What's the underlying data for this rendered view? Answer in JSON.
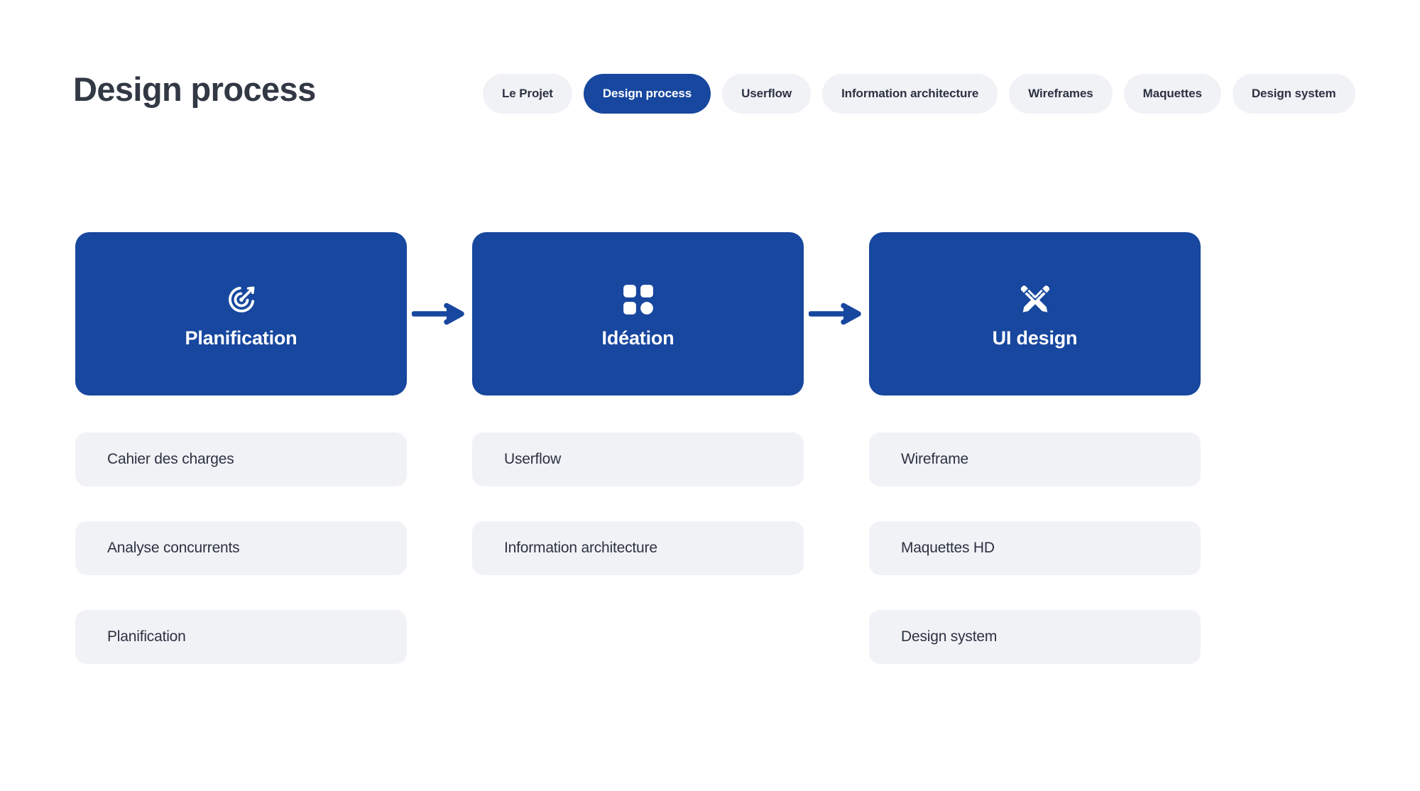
{
  "header": {
    "title": "Design process",
    "nav": [
      {
        "label": "Le Projet",
        "active": false
      },
      {
        "label": "Design process",
        "active": true
      },
      {
        "label": "Userflow",
        "active": false
      },
      {
        "label": "Information architecture",
        "active": false
      },
      {
        "label": "Wireframes",
        "active": false
      },
      {
        "label": "Maquettes",
        "active": false
      },
      {
        "label": "Design system",
        "active": false
      }
    ]
  },
  "flow": {
    "connector_icon": "arrow-right-icon",
    "stages": [
      {
        "label": "Planification",
        "icon": "target-arrow-icon",
        "items": [
          "Cahier des charges",
          "Analyse concurrents",
          "Planification"
        ]
      },
      {
        "label": "Idéation",
        "icon": "grid-squares-icon",
        "items": [
          "Userflow",
          "Information architecture"
        ]
      },
      {
        "label": "UI design",
        "icon": "pencil-ruler-icon",
        "items": [
          "Wireframe",
          "Maquettes HD",
          "Design system"
        ]
      }
    ]
  },
  "colors": {
    "brand_navy": "#17479E",
    "chip_gray": "#F1F2F6",
    "text_dark": "#2C3242",
    "title_dark": "#333845",
    "background": "#FFFFFF"
  }
}
